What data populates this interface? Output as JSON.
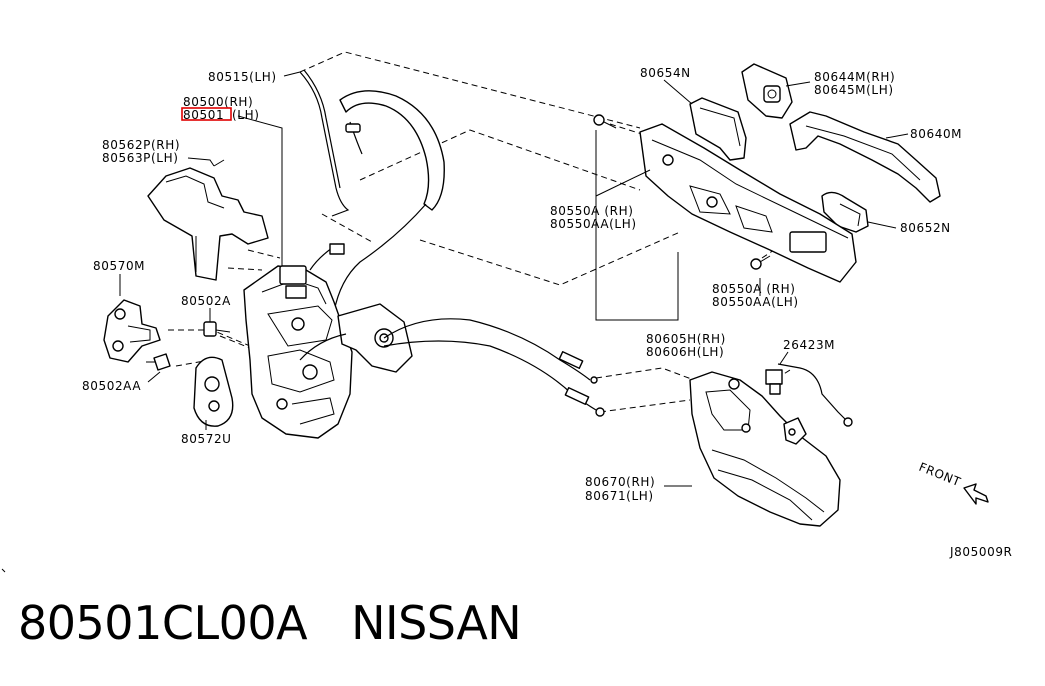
{
  "callouts": {
    "c80515": "80515(LH)",
    "c80500": "80500(RH)",
    "c80501": "80501",
    "c80501_suffix": "(LH)",
    "c80562": "80562P(RH)",
    "c80563": "80563P(LH)",
    "c80570": "80570M",
    "c80502a": "80502A",
    "c80502aa": "80502AA",
    "c80572": "80572U",
    "c80654": "80654N",
    "c80644": "80644M(RH)",
    "c80645": "80645M(LH)",
    "c80640": "80640M",
    "c80550a_1": "80550A (RH)",
    "c80550aa_1": "80550AA(LH)",
    "c80652": "80652N",
    "c80550a_2": "80550A (RH)",
    "c80550aa_2": "80550AA(LH)",
    "c80605": "80605H(RH)",
    "c80606": "80606H(LH)",
    "c26423": "26423M",
    "c80670": "80670(RH)",
    "c80671": "80671(LH)",
    "front": "FRONT",
    "diagram_code": "J805009R"
  },
  "highlight_color": "#e00000",
  "footer": {
    "part_number": "80501CL00A",
    "brand": "NISSAN"
  }
}
